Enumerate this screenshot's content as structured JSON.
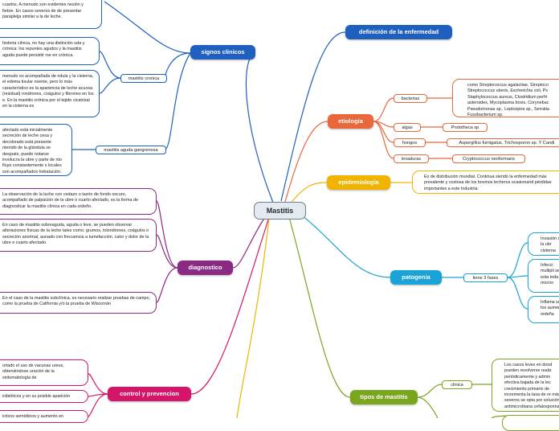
{
  "center": {
    "label": "Mastitis"
  },
  "colors": {
    "blue_dark": "#1e5fbf",
    "orange": "#e8683c",
    "yellow": "#f0b400",
    "cyan": "#1aa3d6",
    "green": "#7aa51e",
    "purple": "#8a2a82",
    "magenta": "#d4166b",
    "center_bg": "#e4eaf0"
  },
  "branches": {
    "signos": {
      "label": "signos clinicos",
      "text_top": "inflamación dura, caliente y dolorosa más cuartos. A menudo son evidentes nesión y fiebre. En casos severos de de presentar parapleija similar a la de leche.",
      "cronica_label": "mastitis cronica",
      "cronica_text_1": "historia clínica, no hay una distinción uda y crónica: los repuntes agudos y la mastitis aguda puede persistir rse en crónica.",
      "cronica_text_2": "menudo es acompañada de ndula y la cisterna, el edema tisular nsente, pero lo más característico es la apariencia de leche acuosa (residual) rondrones, coágulos y fibrones en los e. En la mastitis crónica por el tejido cicatrizal en la cisterna es",
      "gangrenosa_label": "mastitis aguda gangrenosa",
      "gangrenosa_text": "afectado está inicialmente secreción de leche cesa y decolorado está presente ntenido de la glándula se después, puede notarse involucra la ubre y parte de nto fluye constantemente s locales son acompañados hidratación."
    },
    "definicion": {
      "label": "definición de la enfermedad"
    },
    "etiologia": {
      "label": "etiologia",
      "bacterias_label": "bacterias",
      "bacterias_text": "como Streptococcus agalactiae, Streptoco Streptococcus uberis, Escherichia coli, Ps Staphylococcus aureus, Clostridium perfri asteroides, Mycoplasma bovis, Corynebac Pseudomonas sp., Leptospira sp., Serratia Fusobacterium sp.",
      "algas_label": "algas",
      "algas_text": "Prototheca sp",
      "hongos_label": "hongos",
      "hongos_text": "Aspergillus fumigatus, Trichosporon sp. Y Candi",
      "levaduras_label": "levaduras",
      "levaduras_text": "Cryptococcus neoformans"
    },
    "epidemiologia": {
      "label": "epidemiologia",
      "text": "Es de distribución mundial. Continua siendo la enfermedad más prevalente y costosa de los bovinos lecheros ocasionand pérdidas importantes a este Industria."
    },
    "patogenia": {
      "label": "patogenia",
      "fases_label": "tiene 3 fases",
      "fase_1": "Invasión de la ubr cisterna",
      "fase_2": "Infecci multipli se esta toda la microo",
      "fase_3": "Inflama sus tox aument ordeña"
    },
    "tipos": {
      "label": "tipos de mastitis",
      "clinica_label": "clinica",
      "clinica_text": "Los casos leves en dond pueden resolverse realiz periódicamente y admin efectiva bajada de la lec crecimiento primario de incrementa la tasa de re más severos se opta por solución antimicrobiana cefalosporinas)."
    },
    "diagnostico": {
      "label": "diagnostico",
      "text_1": "La observación de la leche con cedazo o tazón de fondo oscuro, acompañado de palpación de la ubre o cuarto afectado, es la forma de diagnosticar la mastitis clínica en cada ordeño.",
      "text_2": "En caso de mastitis sobreaguda, aguda o leve, se pueden observar alteraciones físicas de la leche tales como: grumos, tolondrones, coágulos o secreción anormal, aunado con frecuencia a tumefacción, calor y dolor de la ubre o cuarto afectado.",
      "text_3": "En el caso de la mastitis subclínica, es necesario realizar pruebas de campo, como la prueba de California y/o la prueba de Wisconsin"
    },
    "control": {
      "label": "control y prevencion",
      "text_1": "ortado el uso de vacunas ureus, obteniéndose uración de la sintomatología de",
      "text_2": "icibióticos y en su posible aparición",
      "text_3": "icticos semióticos y aumento en"
    }
  }
}
